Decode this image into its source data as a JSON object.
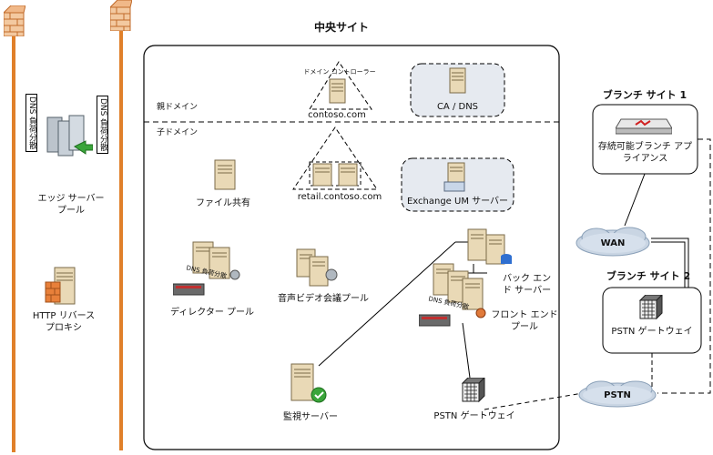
{
  "central": {
    "title": "中央サイト",
    "parent_domain": "親ドメイン",
    "child_domain": "子ドメイン",
    "dc_label": "ドメイン コントローラー",
    "contoso": "contoso.com",
    "ca_dns": "CA / DNS",
    "file_share": "ファイル共有",
    "retail": "retail.contoso.com",
    "exchange_um": "Exchange UM サーバー",
    "director_pool": "ディレクター プール",
    "dns_lb_director": "DNS 負荷分散",
    "av_pool": "音声ビデオ会議プール",
    "backend": "バック エン\nド サーバー",
    "frontend": "フロント エンド\nプール",
    "dns_lb_front": "DNS 負荷分散",
    "monitoring": "監視サーバー",
    "pstn_gw": "PSTN ゲートウェイ"
  },
  "edge": {
    "dns_left": "DNS 負荷分散",
    "dns_right": "DNS 負荷分散",
    "pool": "エッジ サーバー\nプール",
    "http_proxy": "HTTP リバース\nプロキシ"
  },
  "branch1": {
    "title": "ブランチ サイト 1",
    "appliance": "存続可能ブランチ アプ\nライアンス"
  },
  "branch2": {
    "title": "ブランチ サイト 2",
    "gateway": "PSTN ゲートウェイ"
  },
  "clouds": {
    "wan": "WAN",
    "pstn": "PSTN"
  },
  "colors": {
    "firewall_line": "#e0802a",
    "server_beige": "#e9d9b6",
    "server_dark": "#8a7a58",
    "dashed_fill": "#e6eaf0"
  }
}
